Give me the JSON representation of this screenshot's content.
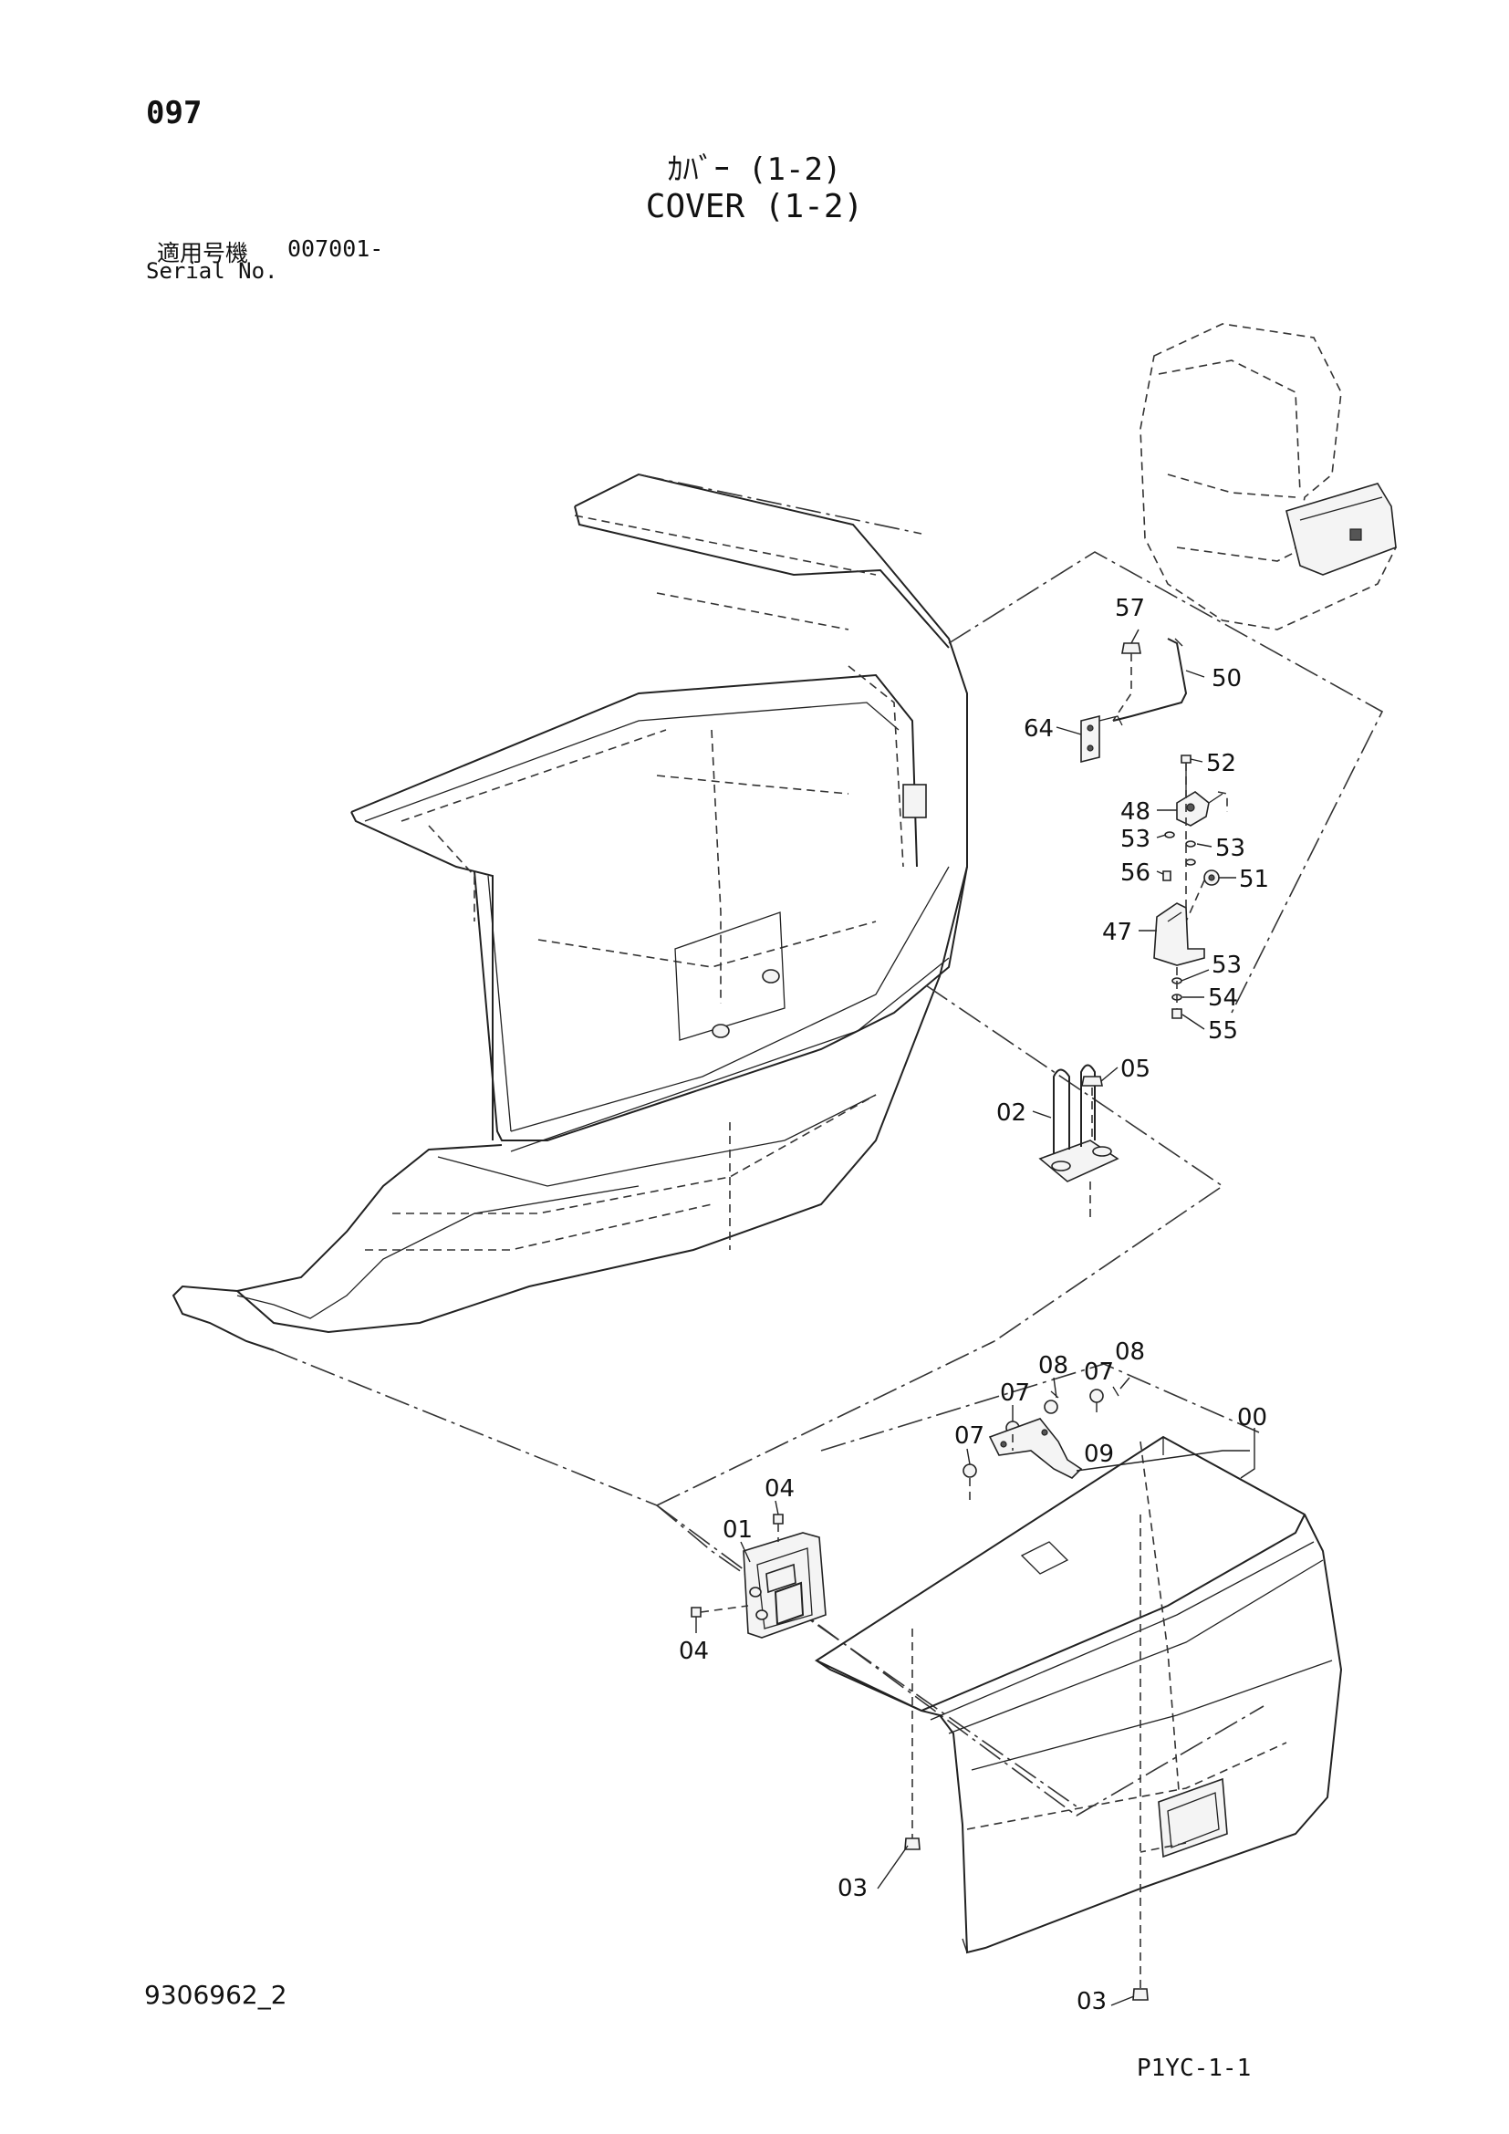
{
  "header": {
    "page_number": "097",
    "title_ja": "ｶﾊﾞｰ (1-2)",
    "title_en": "COVER (1-2)",
    "serial_label_ja": "適用号機",
    "serial_value": "007001-",
    "serial_label_en": "Serial No."
  },
  "footer": {
    "document_id": "9306962_2",
    "sheet_code": "P1YC-1-1"
  },
  "callouts": {
    "c57": "57",
    "c50": "50",
    "c64": "64",
    "c52": "52",
    "c48": "48",
    "c53a": "53",
    "c53b": "53",
    "c56": "56",
    "c51": "51",
    "c47": "47",
    "c53c": "53",
    "c54": "54",
    "c55": "55",
    "c05": "05",
    "c02": "02",
    "c08a": "08",
    "c08b": "08",
    "c07a": "07",
    "c07b": "07",
    "c07c": "07",
    "c00": "00",
    "c09": "09",
    "c04a": "04",
    "c01": "01",
    "c04b": "04",
    "c03a": "03",
    "c03b": "03"
  }
}
